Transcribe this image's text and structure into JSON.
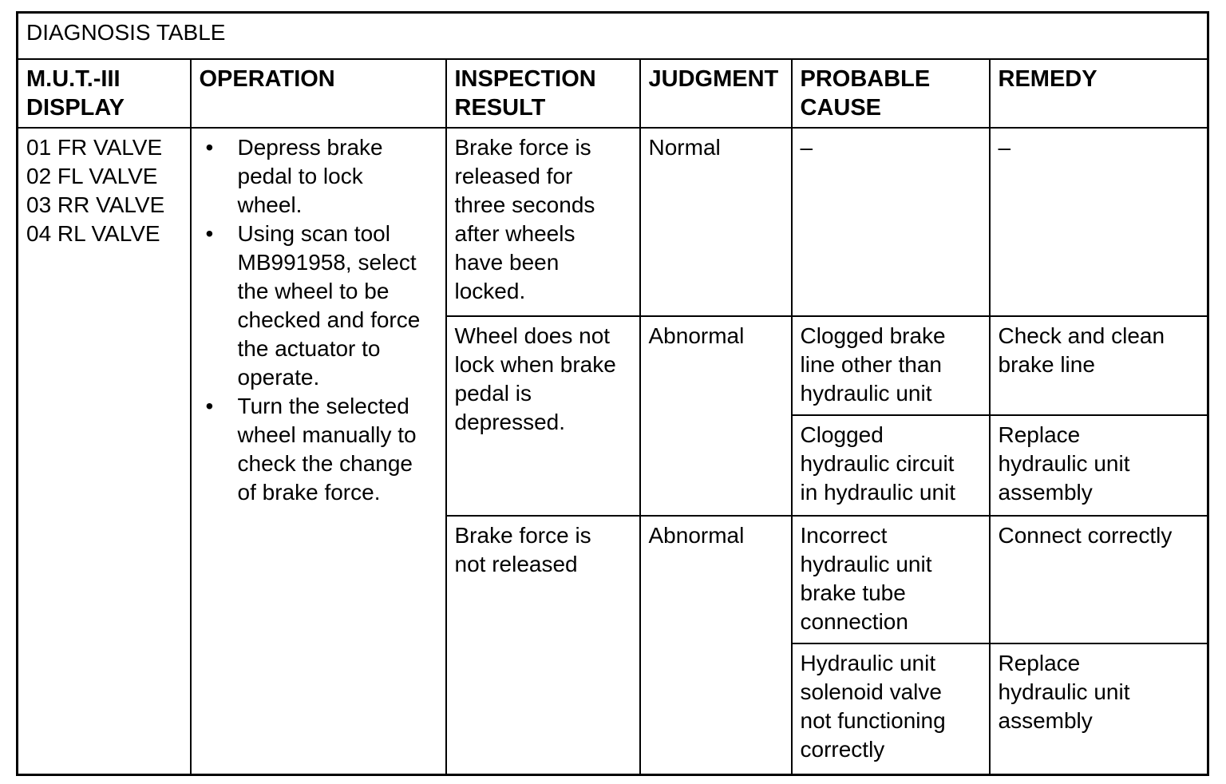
{
  "page": {
    "title": "DIAGNOSIS TABLE"
  },
  "table": {
    "headers": {
      "mut_display": "M.U.T.-III\nDISPLAY",
      "operation": "OPERATION",
      "inspection_result": "INSPECTION\nRESULT",
      "judgment": "JUDGMENT",
      "probable_cause": "PROBABLE\nCAUSE",
      "remedy": "REMEDY"
    },
    "mut_display_codes": [
      "01 FR VALVE",
      "02 FL VALVE",
      "03 RR VALVE",
      "04 RL VALVE"
    ],
    "operation": {
      "bullet": "•",
      "steps": [
        "Depress brake\npedal to lock\nwheel.",
        "Using scan tool\nMB991958, select\nthe wheel to be\nchecked and force\nthe actuator to\noperate.",
        "Turn the selected\nwheel manually to\ncheck the change\nof brake force."
      ]
    },
    "results": [
      {
        "inspection_result": "Brake force is\nreleased for\nthree seconds\nafter wheels\nhave been\nlocked.",
        "judgment": "Normal",
        "causes": [
          {
            "probable_cause": "–",
            "remedy": "–"
          }
        ]
      },
      {
        "inspection_result": "Wheel does not\nlock when brake\npedal is\ndepressed.",
        "judgment": "Abnormal",
        "causes": [
          {
            "probable_cause": "Clogged brake\nline other than\nhydraulic unit",
            "remedy": "Check and clean\nbrake line"
          },
          {
            "probable_cause": "Clogged\nhydraulic circuit\nin hydraulic unit",
            "remedy": "Replace\nhydraulic unit\nassembly"
          }
        ]
      },
      {
        "inspection_result": "Brake force is\nnot released",
        "judgment": "Abnormal",
        "causes": [
          {
            "probable_cause": "Incorrect\nhydraulic unit\nbrake tube\nconnection",
            "remedy": "Connect correctly"
          },
          {
            "probable_cause": "Hydraulic unit\nsolenoid valve\nnot functioning\ncorrectly",
            "remedy": "Replace\nhydraulic unit\nassembly"
          }
        ]
      }
    ]
  },
  "colors": {
    "text": "#000000",
    "border": "#000000",
    "background": "#ffffff"
  }
}
